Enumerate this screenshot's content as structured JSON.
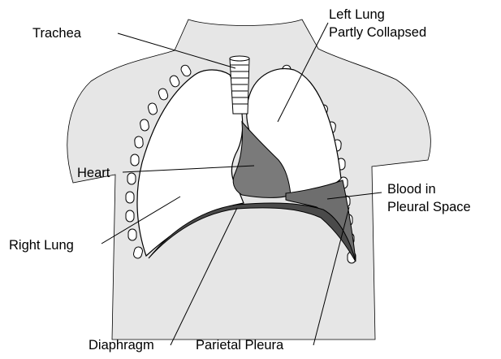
{
  "labels": {
    "trachea": "Trachea",
    "left_lung_line1": "Left Lung",
    "left_lung_line2": "Partly Collapsed",
    "heart": "Heart",
    "blood_line1": "Blood in",
    "blood_line2": "Pleural Space",
    "right_lung": "Right Lung",
    "diaphragm": "Diaphragm",
    "parietal_pleura": "Parietal Pleura"
  },
  "colors": {
    "body_fill": "#e6e6e6",
    "lung_fill": "#ffffff",
    "heart_fill": "#7a7a7a",
    "blood_fill": "#6e6e6e",
    "pleura_fill": "#4a4a4a",
    "outline": "#000000"
  }
}
